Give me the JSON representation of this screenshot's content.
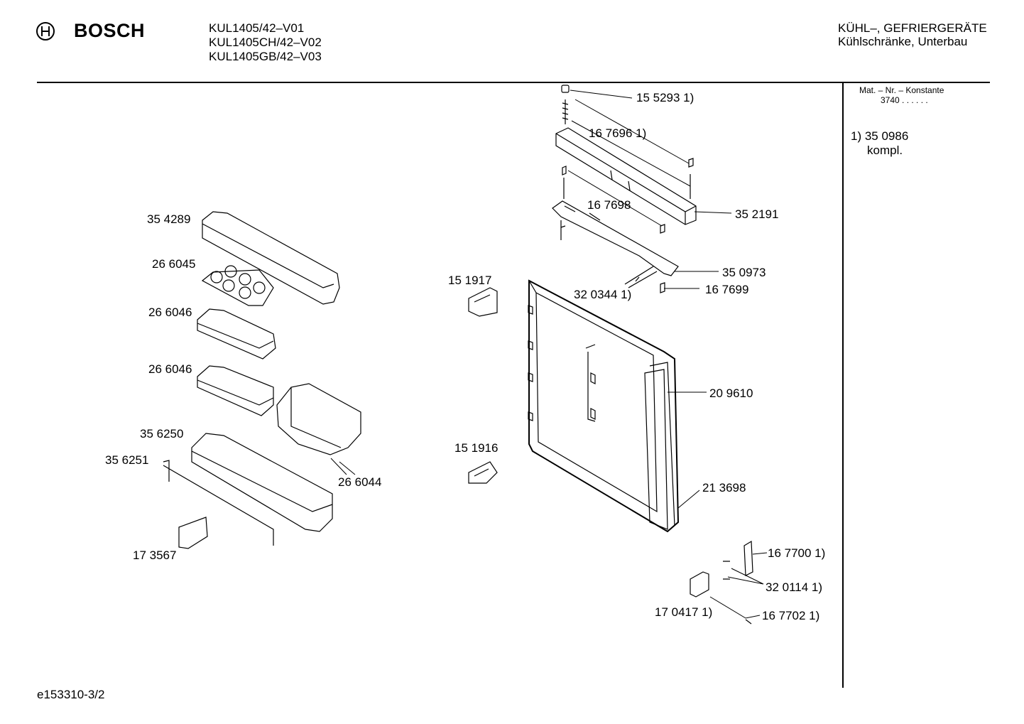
{
  "header": {
    "brand": "BOSCH",
    "models": [
      "KUL1405/42–V01",
      "KUL1405CH/42–V02",
      "KUL1405GB/42–V03"
    ],
    "category_line1": "KÜHL–, GEFRIERGERÄTE",
    "category_line2": "Kühlschränke, Unterbau"
  },
  "sidebar": {
    "mat_label": "Mat. – Nr. – Konstante",
    "mat_value": "3740 . . . . . .",
    "note_line1": "1)  35 0986",
    "note_line2": "kompl."
  },
  "parts": {
    "p155293": "15 5293 1)",
    "p167696": "16 7696 1)",
    "p167698": "16 7698",
    "p352191": "35 2191",
    "p350973": "35 0973",
    "p320344": "32 0344 1)",
    "p167699": "16 7699",
    "p151917": "15 1917",
    "p209610": "20 9610",
    "p151916": "15 1916",
    "p213698": "21 3698",
    "p167700": "16 7700 1)",
    "p320114": "32 0114 1)",
    "p170417": "17 0417 1)",
    "p167702": "16 7702 1)",
    "p354289": "35 4289",
    "p266045": "26 6045",
    "p266046a": "26 6046",
    "p266046b": "26 6046",
    "p356250": "35 6250",
    "p356251": "35 6251",
    "p266044": "26 6044",
    "p173567": "17 3567"
  },
  "footer": {
    "doc_id": "e153310-3/2"
  }
}
